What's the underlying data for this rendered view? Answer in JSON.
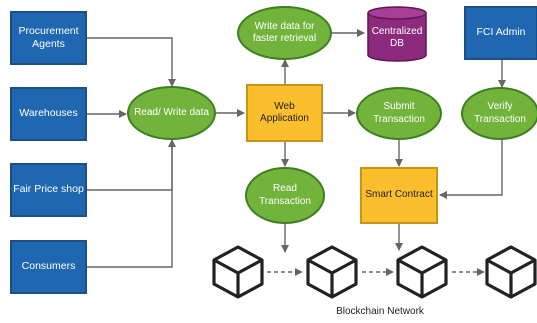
{
  "actors": {
    "procurement": "Procurement Agents",
    "warehouses": "Warehouses",
    "fair_price_shop": "Fair Price shop",
    "consumers": "Consumers",
    "fci_admin": "FCI Admin"
  },
  "processes": {
    "read_write": "Read/ Write data",
    "write_fast": "Write data for faster retrieval",
    "submit": "Submit Transaction",
    "verify": "Verify Transaction",
    "read_tx": "Read Transaction"
  },
  "components": {
    "web_app": "Web Application",
    "smart_contract": "Smart Contract",
    "db": "Centralized DB"
  },
  "blockchain_label": "Blockchain Network",
  "colors": {
    "actor_fill": "#1f67b1",
    "process_fill": "#72b33b",
    "component_fill": "#fbbf2e",
    "db_fill": "#8e2a7d"
  }
}
